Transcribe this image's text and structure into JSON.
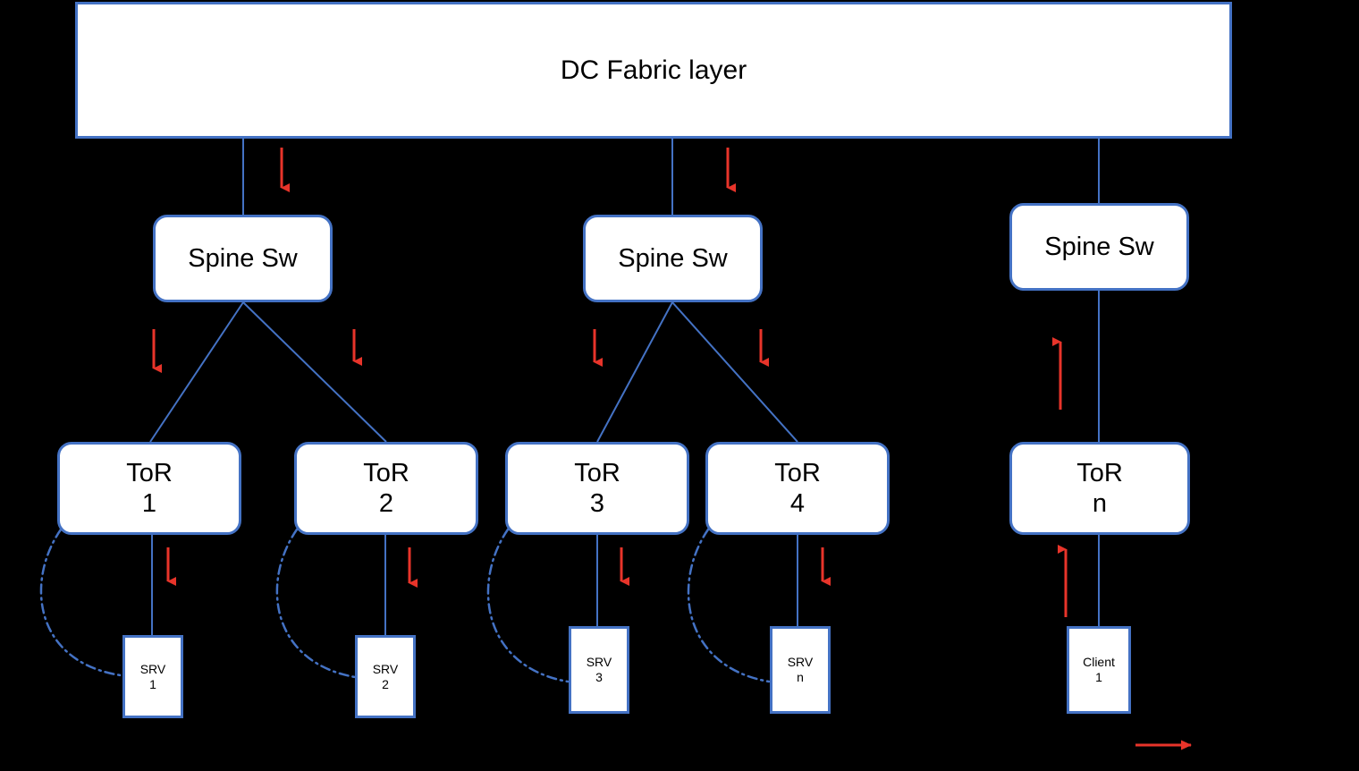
{
  "diagram": {
    "title": "DC Fabric layer",
    "background_color": "#000000",
    "node_fill": "#FFFFFF",
    "node_border_color": "#4472C4",
    "link_color": "#4472C4",
    "arrow_color": "#E8342A",
    "dashed_link_color": "#4472C4"
  },
  "fabric": {
    "label": "DC Fabric layer"
  },
  "spines": [
    {
      "label": "Spine Sw"
    },
    {
      "label": "Spine Sw"
    },
    {
      "label": "Spine Sw"
    }
  ],
  "tors": [
    {
      "line1": "ToR",
      "line2": "1"
    },
    {
      "line1": "ToR",
      "line2": "2"
    },
    {
      "line1": "ToR",
      "line2": "3"
    },
    {
      "line1": "ToR",
      "line2": "4"
    },
    {
      "line1": "ToR",
      "line2": "n"
    }
  ],
  "endpoints": [
    {
      "line1": "SRV",
      "line2": "1"
    },
    {
      "line1": "SRV",
      "line2": "2"
    },
    {
      "line1": "SRV",
      "line2": "3"
    },
    {
      "line1": "SRV",
      "line2": "n"
    },
    {
      "line1": "Client",
      "line2": "1"
    }
  ]
}
